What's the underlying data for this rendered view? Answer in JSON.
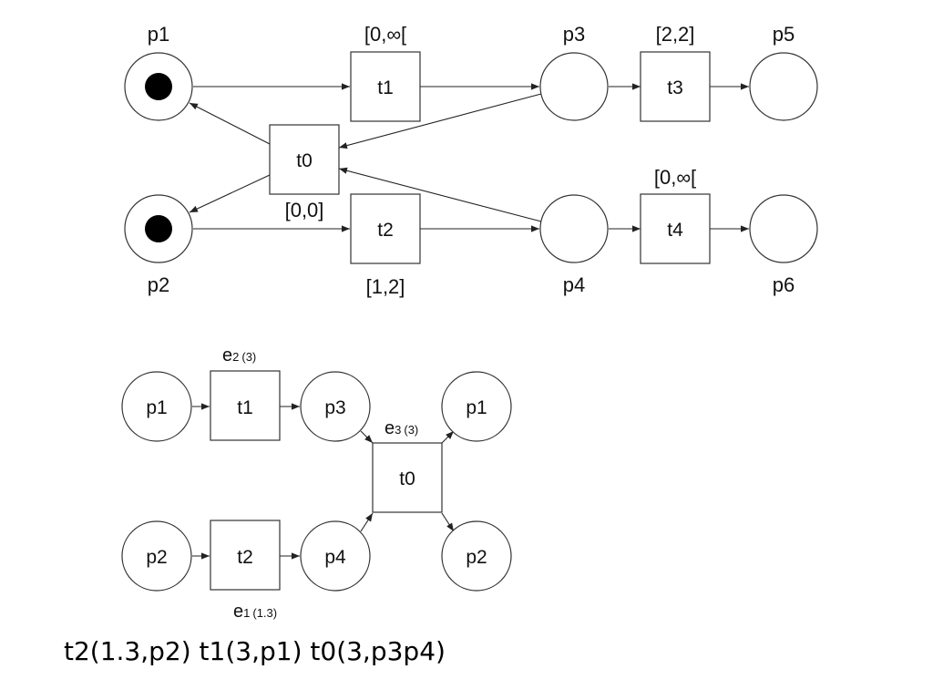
{
  "net": {
    "places": {
      "p1": "p1",
      "p2": "p2",
      "p3": "p3",
      "p4": "p4",
      "p5": "p5",
      "p6": "p6"
    },
    "transitions": {
      "t0": "t0",
      "t1": "t1",
      "t2": "t2",
      "t3": "t3",
      "t4": "t4"
    },
    "intervals": {
      "t0": "[0,0]",
      "t1": "[0,∞[",
      "t2": "[1,2]",
      "t3": "[2,2]",
      "t4": "[0,∞["
    }
  },
  "unfolding": {
    "places": {
      "p1_in": "p1",
      "p2_in": "p2",
      "p3": "p3",
      "p4": "p4",
      "p1_out": "p1",
      "p2_out": "p2"
    },
    "transitions": {
      "t1": "t1",
      "t2": "t2",
      "t0": "t0"
    },
    "events": {
      "e2": {
        "name": "e",
        "sub": "2",
        "time": "(3)"
      },
      "e3": {
        "name": "e",
        "sub": "3",
        "time": "(3)"
      },
      "e1": {
        "name": "e",
        "sub": "1",
        "time": "(1.3)"
      }
    }
  },
  "trace": "t2(1.3,p2) t1(3,p1) t0(3,p3p4)"
}
